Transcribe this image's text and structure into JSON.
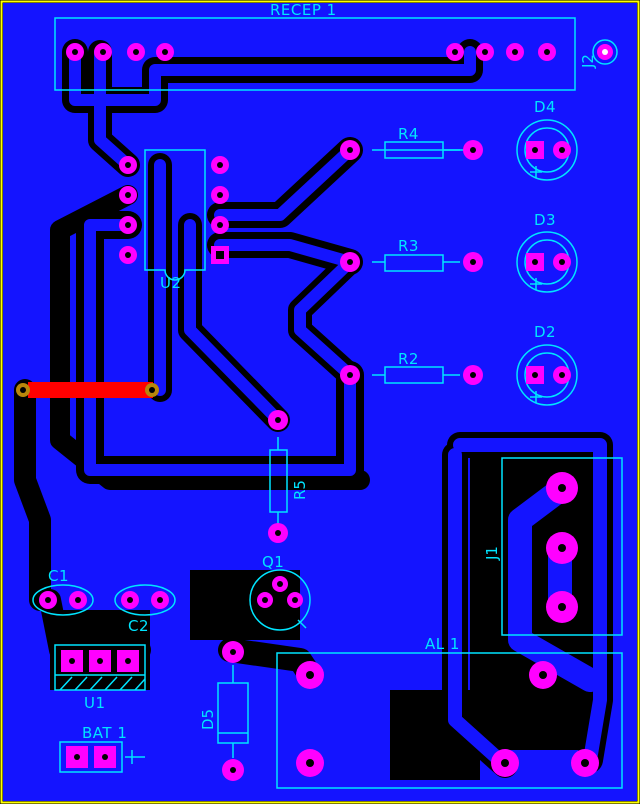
{
  "colors": {
    "background": "#000000",
    "copper": "#1414ff",
    "top_trace": "#ff0000",
    "pad": "#ff00ff",
    "silkscreen": "#00e5ff",
    "border": "#ffff00",
    "via_ring": "#b8860b"
  },
  "labels": {
    "recep1": "RECEP 1",
    "j2": "J2",
    "u2": "U2",
    "r4": "R4",
    "r3": "R3",
    "r2": "R2",
    "r5": "R5",
    "d4": "D4",
    "d3": "D3",
    "d2": "D2",
    "q1": "Q1",
    "c1": "C1",
    "c2": "C2",
    "u1": "U1",
    "bat1": "BAT 1",
    "d5": "D5",
    "al1": "AL 1",
    "j1": "J1"
  }
}
